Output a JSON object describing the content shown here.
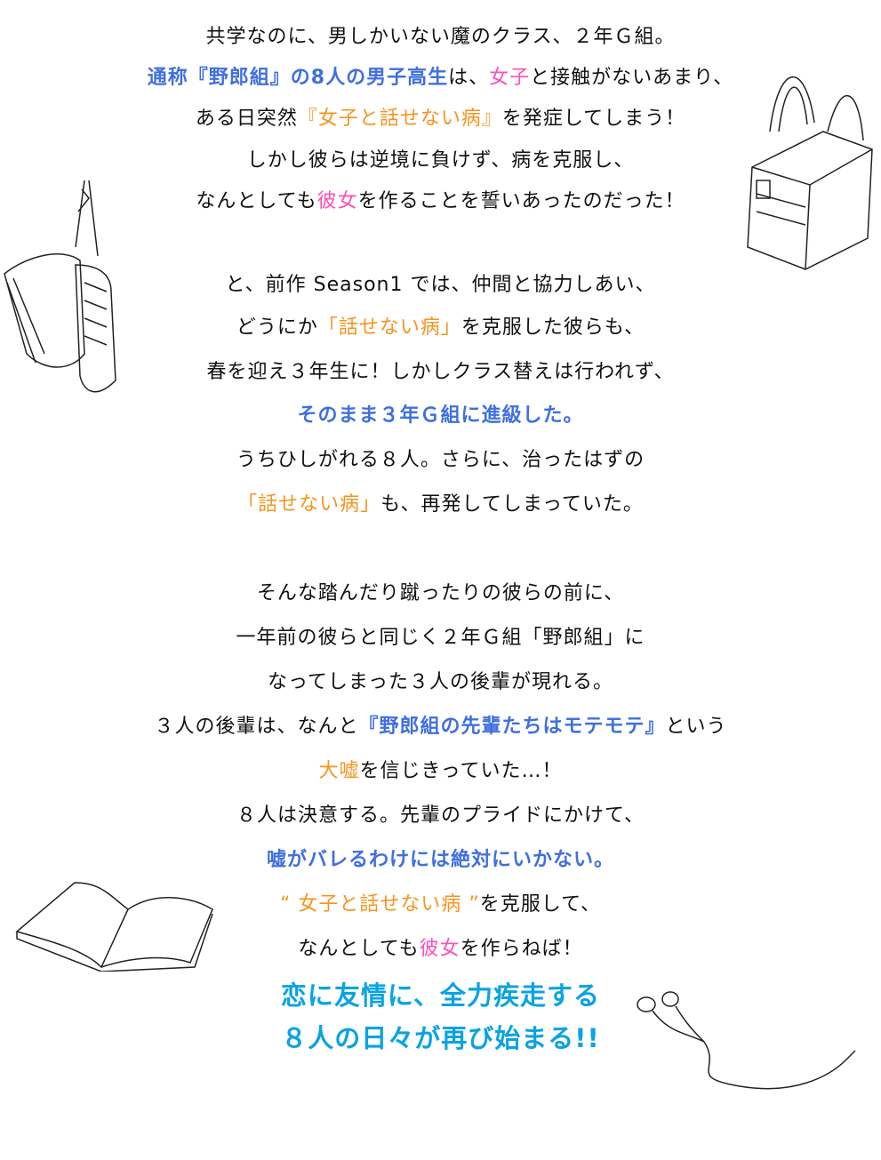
{
  "colors": {
    "black": "#111111",
    "blue": "#3f6fe0",
    "orange": "#f7931e",
    "pink": "#ff4fb8",
    "cyan": "#0aa3e3"
  },
  "lines": [
    [
      {
        "t": "共学なのに、男しかいない魔のクラス、２年Ｇ組。",
        "c": "black"
      }
    ],
    [
      {
        "t": "通称『野郎組』の8人の男子高生",
        "c": "blue",
        "b": 1
      },
      {
        "t": "は、",
        "c": "black"
      },
      {
        "t": "女子",
        "c": "pink"
      },
      {
        "t": "と接触がないあまり、",
        "c": "black"
      }
    ],
    [
      {
        "t": "ある日突然",
        "c": "black"
      },
      {
        "t": "『女子と話せない病』",
        "c": "orange"
      },
      {
        "t": "を発症してしまう！",
        "c": "black"
      }
    ],
    [
      {
        "t": "しかし彼らは逆境に負けず、病を克服し、",
        "c": "black"
      }
    ],
    [
      {
        "t": "なんとしても",
        "c": "black"
      },
      {
        "t": "彼女",
        "c": "pink"
      },
      {
        "t": "を作ることを誓いあったのだった！",
        "c": "black"
      }
    ],
    [
      {
        "t": "と、前作 Season1 では、仲間と協力しあい、",
        "c": "black"
      }
    ],
    [
      {
        "t": "どうにか",
        "c": "black"
      },
      {
        "t": "「話せない病」",
        "c": "orange"
      },
      {
        "t": "を克服した彼らも、",
        "c": "black"
      }
    ],
    [
      {
        "t": "春を迎え３年生に！しかしクラス替えは行われず、",
        "c": "black"
      }
    ],
    [
      {
        "t": "そのまま３年Ｇ組に進級した。",
        "c": "blue",
        "b": 1
      }
    ],
    [
      {
        "t": "うちひしがれる８人。さらに、治ったはずの",
        "c": "black"
      }
    ],
    [
      {
        "t": "「話せない病」",
        "c": "orange"
      },
      {
        "t": "も、再発してしまっていた。",
        "c": "black"
      }
    ],
    [
      {
        "t": "そんな踏んだり蹴ったりの彼らの前に、",
        "c": "black"
      }
    ],
    [
      {
        "t": "一年前の彼らと同じく２年Ｇ組「野郎組」に",
        "c": "black"
      }
    ],
    [
      {
        "t": "なってしまった３人の後輩が現れる。",
        "c": "black"
      }
    ],
    [
      {
        "t": "３人の後輩は、なんと",
        "c": "black"
      },
      {
        "t": "『野郎組の先輩たちはモテモテ』",
        "c": "blue",
        "b": 1
      },
      {
        "t": "という",
        "c": "black"
      }
    ],
    [
      {
        "t": "大嘘",
        "c": "orange"
      },
      {
        "t": "を信じきっていた…！",
        "c": "black"
      }
    ],
    [
      {
        "t": "８人は決意する。先輩のプライドにかけて、",
        "c": "black"
      }
    ],
    [
      {
        "t": "嘘がバレるわけには絶対にいかない。",
        "c": "blue",
        "b": 1
      }
    ],
    [
      {
        "t": "“ 女子と話せない病 ”",
        "c": "orange"
      },
      {
        "t": "を克服して、",
        "c": "black"
      }
    ],
    [
      {
        "t": "なんとしても",
        "c": "black"
      },
      {
        "t": "彼女",
        "c": "pink"
      },
      {
        "t": "を作らねば！",
        "c": "black"
      }
    ],
    [
      {
        "t": "恋に友情に、全力疾走する",
        "c": "cyan"
      }
    ],
    [
      {
        "t": "８人の日々が再び始まる!!",
        "c": "cyan"
      }
    ]
  ]
}
